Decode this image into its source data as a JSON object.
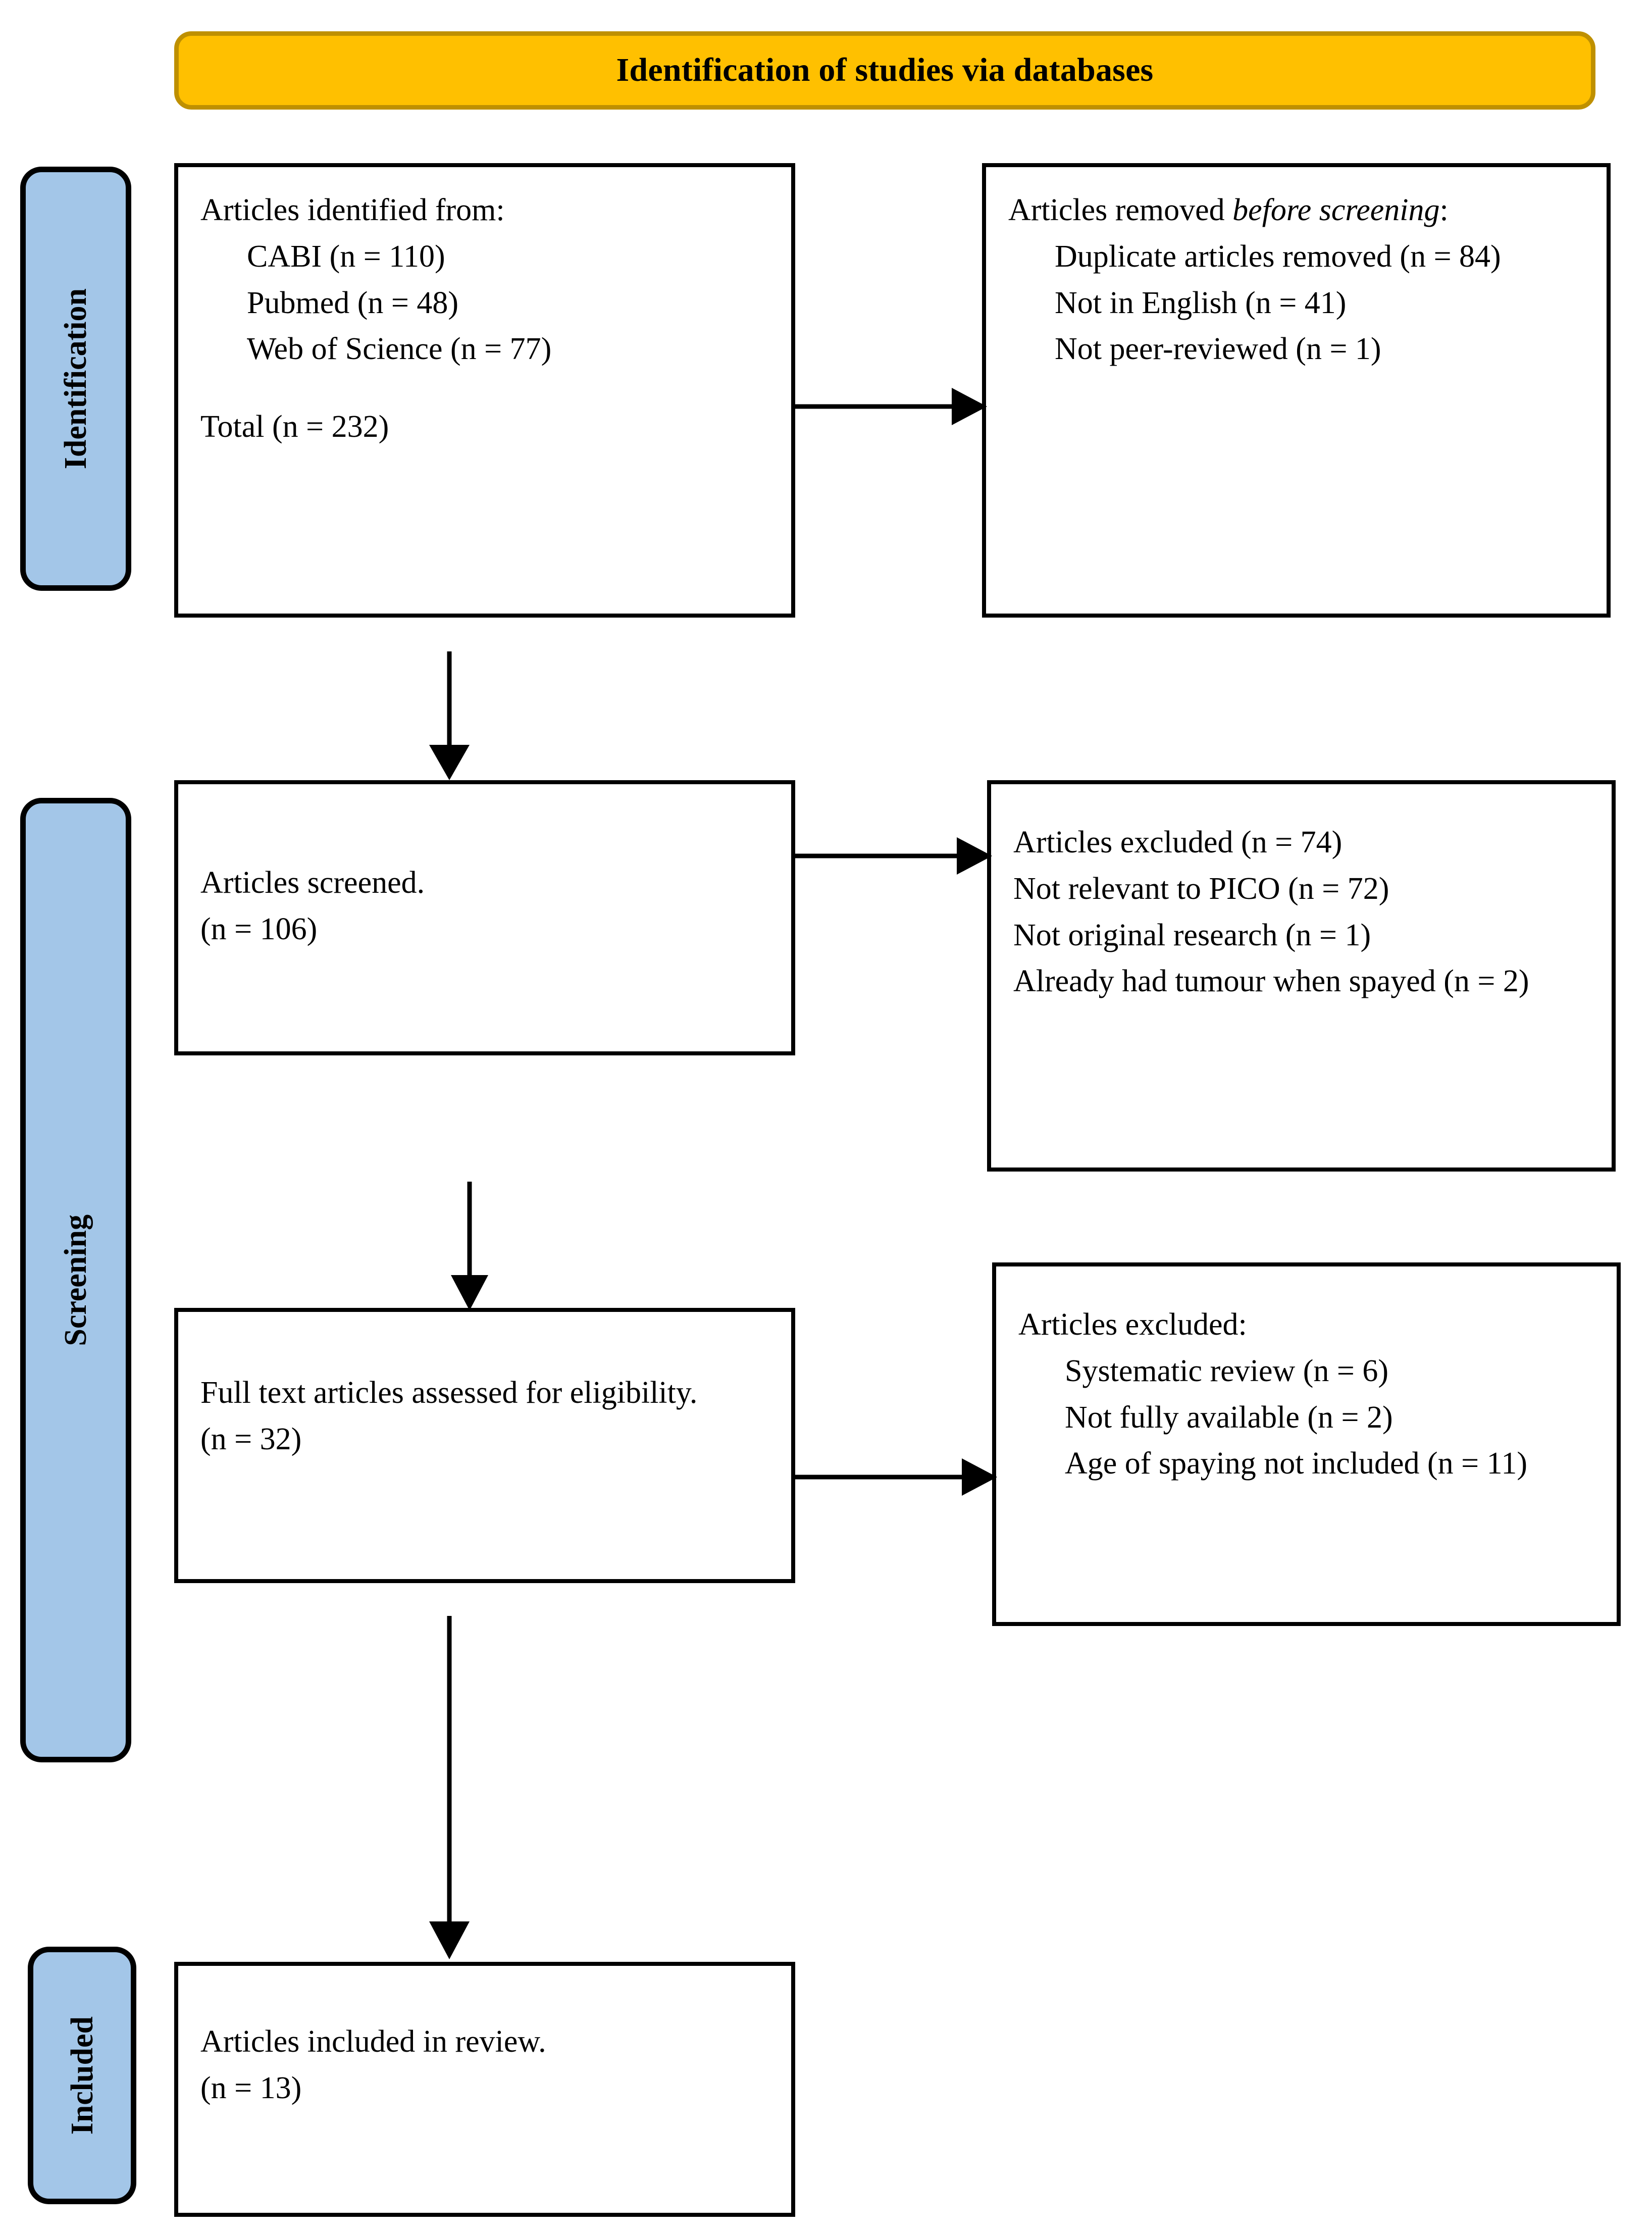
{
  "banner": {
    "title": "Identification of studies via databases"
  },
  "stages": [
    {
      "id": "identification",
      "label": "Identification"
    },
    {
      "id": "screening",
      "label": "Screening"
    },
    {
      "id": "included",
      "label": "Included"
    }
  ],
  "boxes": {
    "identified": {
      "heading": "Articles identified from:",
      "sources": [
        "CABI (n = 110)",
        "Pubmed (n = 48)",
        "Web of Science (n = 77)"
      ],
      "total": "Total (n = 232)"
    },
    "removed": {
      "heading_prefix": "Articles removed ",
      "heading_italic": "before screening",
      "heading_suffix": ":",
      "reasons": [
        "Duplicate articles removed (n = 84)",
        "Not in English (n = 41)",
        "Not peer-reviewed (n = 1)"
      ]
    },
    "screened": {
      "line1": "Articles screened.",
      "line2": "(n = 106)"
    },
    "excluded_1": {
      "lines": [
        "Articles excluded (n = 74)",
        "Not relevant to PICO (n = 72)",
        "Not original research (n = 1)",
        "Already had tumour when spayed (n = 2)"
      ]
    },
    "fulltext": {
      "line1": "Full text articles assessed for eligibility.",
      "line2": "(n = 32)"
    },
    "excluded_2": {
      "heading": "Articles excluded:",
      "reasons": [
        "Systematic review (n = 6)",
        "Not fully available (n = 2)",
        "Age of spaying not included (n = 11)"
      ]
    },
    "included": {
      "line1": "Articles included in review.",
      "line2": "(n = 13)"
    }
  },
  "colors": {
    "banner_fill": "#FFC000",
    "banner_border": "#BF9000",
    "stage_fill": "#A3C6E8",
    "box_border": "#000000",
    "arrow": "#000000",
    "background": "#FFFFFF"
  }
}
